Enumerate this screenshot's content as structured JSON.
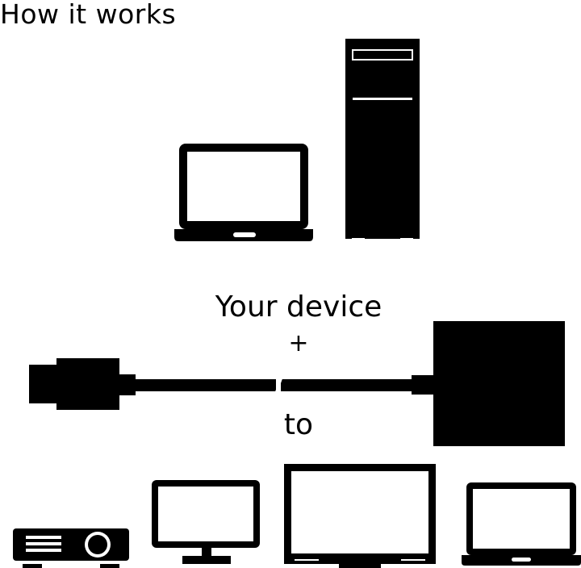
{
  "header": {
    "title": "How it works"
  },
  "labels": {
    "device": "Your device",
    "plus": "+",
    "to": "to"
  },
  "colors": {
    "ink": "#000000",
    "paper": "#ffffff"
  },
  "source_devices": [
    "laptop-icon",
    "desktop-tower-icon"
  ],
  "adapter": [
    "hdmi-plug-icon",
    "cable-icon",
    "adapter-box-icon"
  ],
  "target_devices": [
    "projector-icon",
    "monitor-icon",
    "television-icon",
    "laptop-icon"
  ]
}
